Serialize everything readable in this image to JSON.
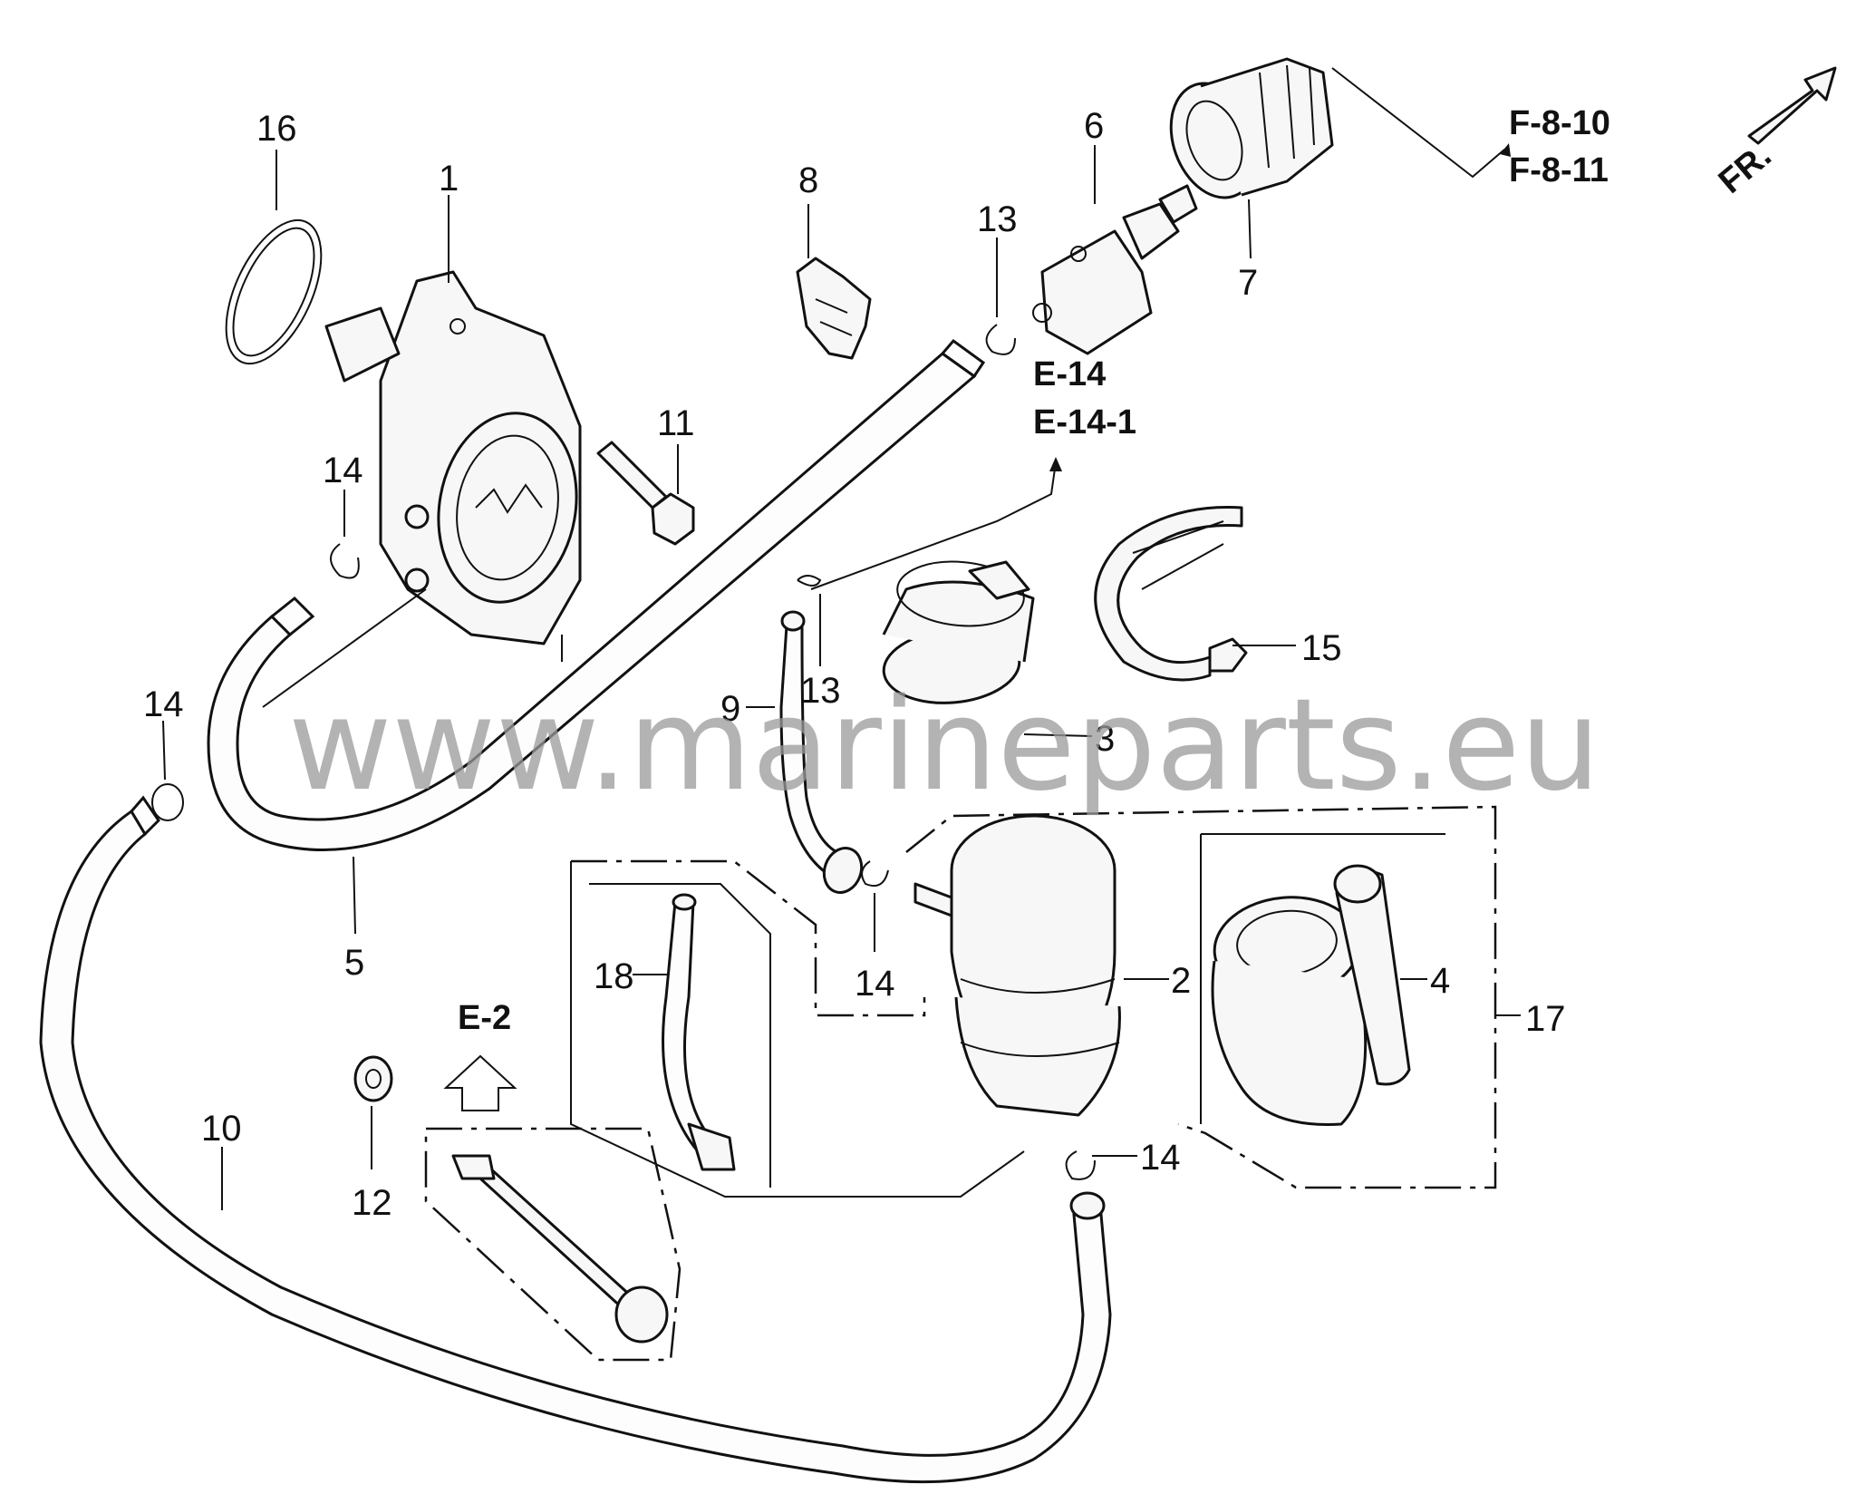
{
  "watermark": "www.marineparts.eu",
  "front_indicator": "FR.",
  "references": {
    "f_8_10": "F-8-10",
    "f_8_11": "F-8-11",
    "e_14": "E-14",
    "e_14_1": "E-14-1",
    "e_2": "E-2"
  },
  "callouts": {
    "c16": "16",
    "c1": "1",
    "c8": "8",
    "c6": "6",
    "c13a": "13",
    "c7": "7",
    "c11": "11",
    "c14a": "14",
    "c14b": "14",
    "c13b": "13",
    "c9": "9",
    "c15": "15",
    "c3": "3",
    "c5": "5",
    "c18": "18",
    "c14c": "14",
    "c2": "2",
    "c4": "4",
    "c17": "17",
    "c10": "10",
    "c12": "12",
    "c14d": "14"
  },
  "colors": {
    "line": "#111111",
    "watermark": "#9a9a9a",
    "background": "#ffffff"
  }
}
